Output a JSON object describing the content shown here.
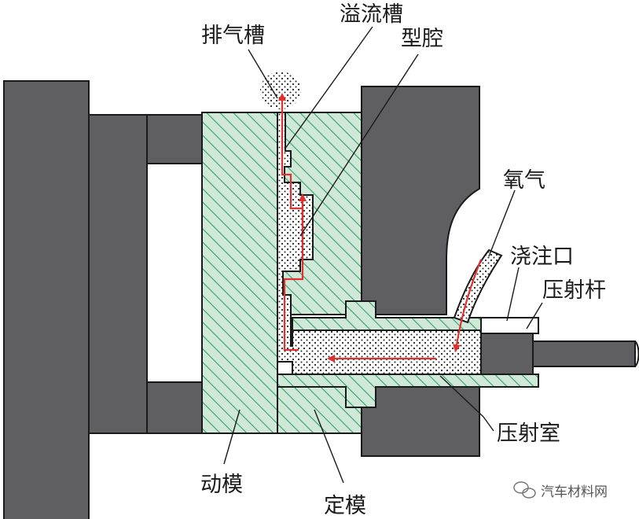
{
  "labels": {
    "exhaust_slot": "排气槽",
    "overflow_slot": "溢流槽",
    "cavity": "型腔",
    "oxygen": "氧气",
    "sprue": "浇注口",
    "plunger": "压射杆",
    "shot_sleeve": "压射室",
    "moving_die": "动模",
    "fixed_die": "定模"
  },
  "watermark": {
    "text": "汽车材料网"
  },
  "colors": {
    "machine_gray": "#5f5f62",
    "die_green": "#cfe8d7",
    "hatch_green": "#33a06c",
    "flow_red": "#e03030",
    "outline": "#1a1a1a"
  }
}
